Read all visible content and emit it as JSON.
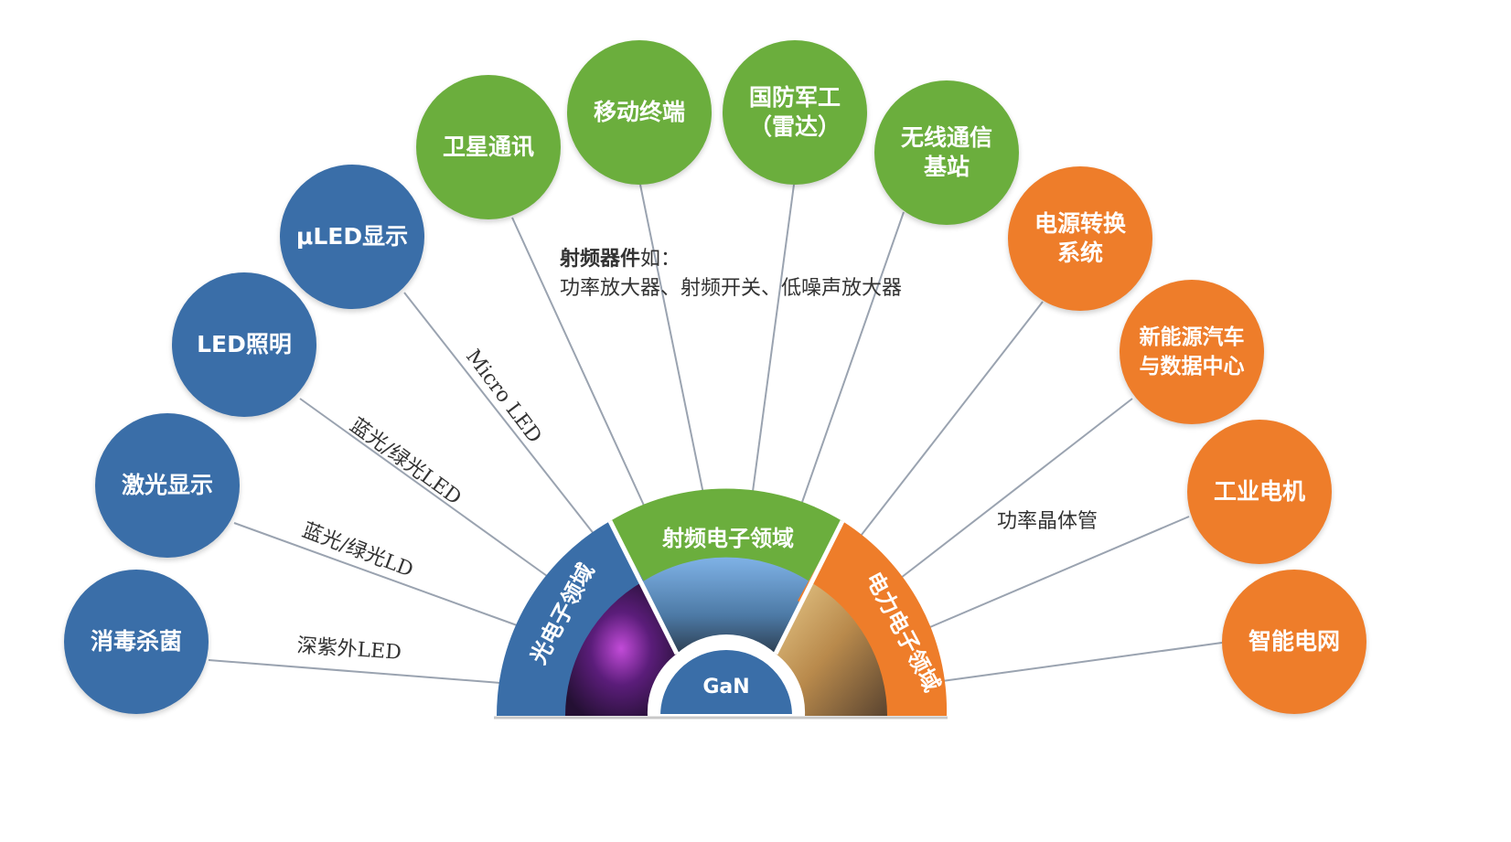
{
  "colors": {
    "blue": "#3a6ea8",
    "green": "#6bae3d",
    "orange": "#ee7d2a",
    "line": "#9aa3b0"
  },
  "hub": {
    "core": "GaN",
    "sectors": {
      "optoelectronic": "光电子领域",
      "rf": "射频电子领域",
      "power": "电力电子领域"
    }
  },
  "bubbles": {
    "disinfection": "消毒杀菌",
    "laser_display": "激光显示",
    "led_lighting": "LED照明",
    "micro_led_display": "μLED显示",
    "satellite": "卫星通讯",
    "mobile": "移动终端",
    "defense": "国防军工\n（雷达）",
    "wireless": "无线通信\n基站",
    "power_conversion": "电源转换\n系统",
    "ev_datacenter": "新能源汽车\n与数据中心",
    "motor": "工业电机",
    "smart_grid": "智能电网"
  },
  "labels": {
    "deep_uv": "深紫外LED",
    "blue_green_ld": "蓝光/绿光LD",
    "blue_green_led": "蓝光/绿光LED",
    "micro_led": "Micro LED",
    "power_transistor": "功率晶体管"
  },
  "rf_note": {
    "title": "射频器件",
    "suffix": "如：",
    "devices": "功率放大器、射频开关、低噪声放大器"
  }
}
